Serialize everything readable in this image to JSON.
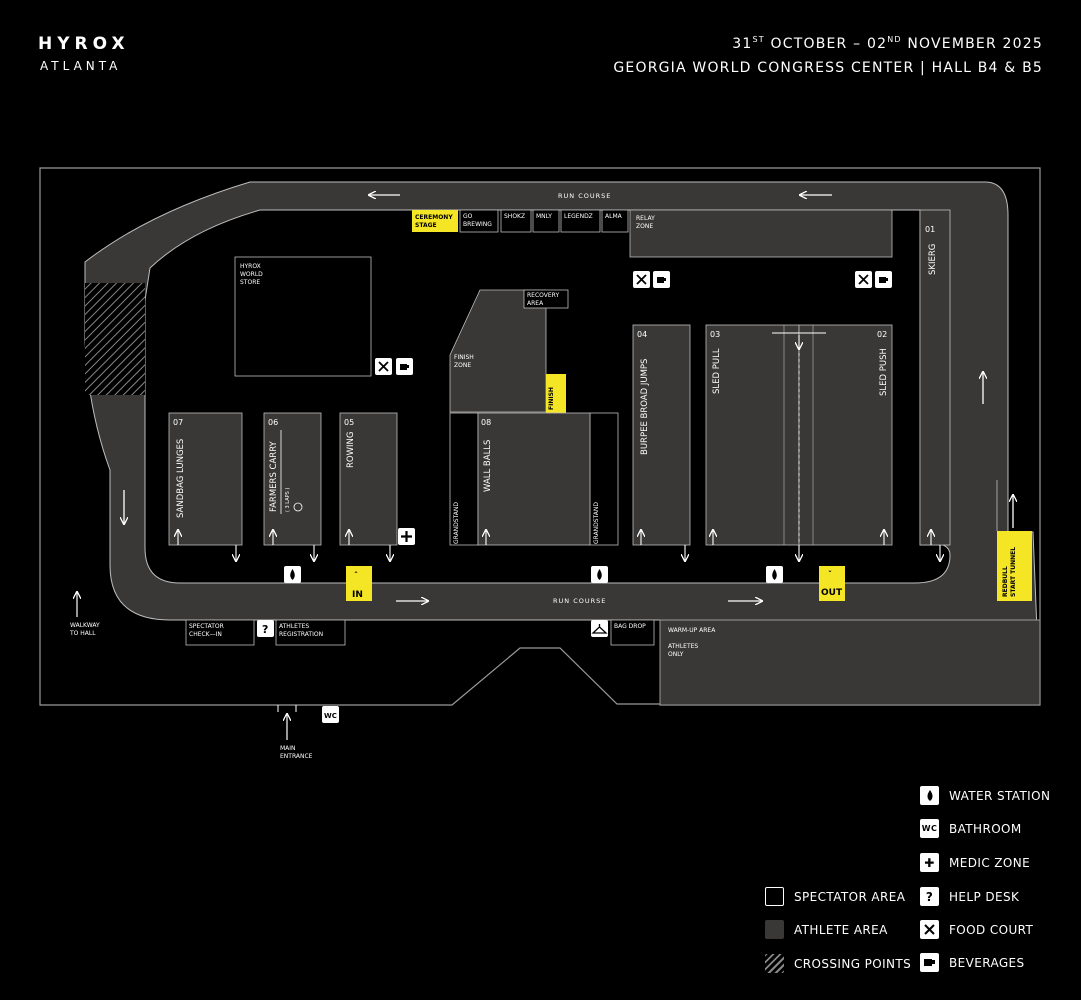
{
  "header": {
    "brand": "HYROX",
    "city": "ATLANTA",
    "date_day1": "31",
    "date_sup1": "ST",
    "date_mid": " OCTOBER – 02",
    "date_sup2": "ND",
    "date_end": " NOVEMBER 2025",
    "venue": "GEORGIA WORLD CONGRESS CENTER | HALL B4 & B5"
  },
  "colors": {
    "background": "#000000",
    "athlete_area": "#3a3836",
    "accent_yellow": "#f5e625",
    "line": "#bdbdbd"
  },
  "map": {
    "run_course_top": "RUN COURSE",
    "run_course_bottom": "RUN COURSE",
    "sponsors": {
      "ceremony_1": "CEREMONY",
      "ceremony_2": "STAGE",
      "go_1": "GO",
      "go_2": "BREWING",
      "shokz": "SHOKZ",
      "mnly": "MNLY",
      "legendz": "LEGENDZ",
      "alma": "ALMA"
    },
    "relay_1": "RELAY",
    "relay_2": "ZONE",
    "store_1": "HYROX",
    "store_2": "WORLD",
    "store_3": "STORE",
    "recovery_1": "RECOVERY",
    "recovery_2": "AREA",
    "finish_zone_1": "FINISH",
    "finish_zone_2": "ZONE",
    "finish": "FINISH",
    "grandstand_left": "GRANDSTAND",
    "grandstand_right": "GRANDSTAND",
    "stations": {
      "s01_num": "01",
      "s01_name": "SKIERG",
      "s02_num": "02",
      "s02_name": "SLED PUSH",
      "s03_num": "03",
      "s03_name": "SLED PULL",
      "s04_num": "04",
      "s04_name": "BURPEE BROAD JUMPS",
      "s05_num": "05",
      "s05_name": "ROWING",
      "s06_num": "06",
      "s06_name": "FARMERS CARRY",
      "s06_note": "( 3 LAPS )",
      "s07_num": "07",
      "s07_name": "SANDBAG LUNGES",
      "s08_num": "08",
      "s08_name": "WALL BALLS"
    },
    "in_label": "IN",
    "out_label": "OUT",
    "redbull_1": "REDBULL",
    "redbull_2": "START TUNNEL",
    "walkway_1": "WALKWAY",
    "walkway_2": "TO HALL",
    "spectator_checkin_1": "SPECTATOR",
    "spectator_checkin_2": "CHECK—IN",
    "athletes_reg_1": "ATHLETES",
    "athletes_reg_2": "REGISTRATION",
    "bag_drop": "BAG DROP",
    "warmup": "WARM-UP AREA",
    "athletes_only_1": "ATHLETES",
    "athletes_only_2": "ONLY",
    "main_entrance_1": "MAIN",
    "main_entrance_2": "ENTRANCE",
    "wc": "WC"
  },
  "legend": {
    "water": "WATER STATION",
    "bathroom": "BATHROOM",
    "medic": "MEDIC ZONE",
    "help": "HELP DESK",
    "food": "FOOD COURT",
    "beverages": "BEVERAGES",
    "spectator": "SPECTATOR AREA",
    "athlete": "ATHLETE AREA",
    "crossing": "CROSSING POINTS",
    "wc_icon": "WC",
    "help_icon": "?",
    "medic_icon": "✚"
  }
}
